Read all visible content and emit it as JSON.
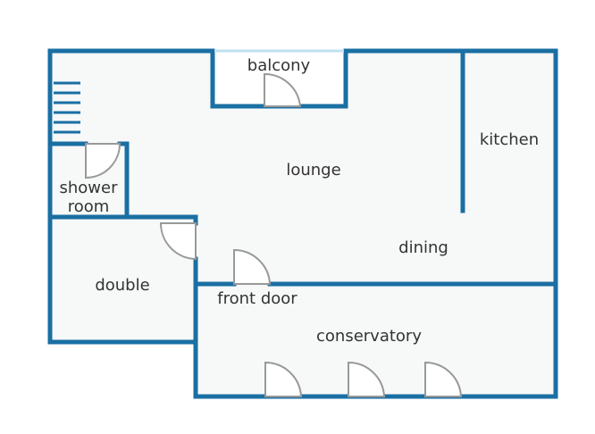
{
  "colors": {
    "wall": "#1a6fa3",
    "floor": "#f7f8f8",
    "door": "#999999",
    "window": "#bfe0f0",
    "text": "#333333",
    "background": "#ffffff"
  },
  "rooms": {
    "balcony": "balcony",
    "lounge": "lounge",
    "kitchen": "kitchen",
    "shower_room_line1": "shower",
    "shower_room_line2": "room",
    "dining": "dining",
    "double": "double",
    "front_door": "front door",
    "conservatory": "conservatory"
  }
}
